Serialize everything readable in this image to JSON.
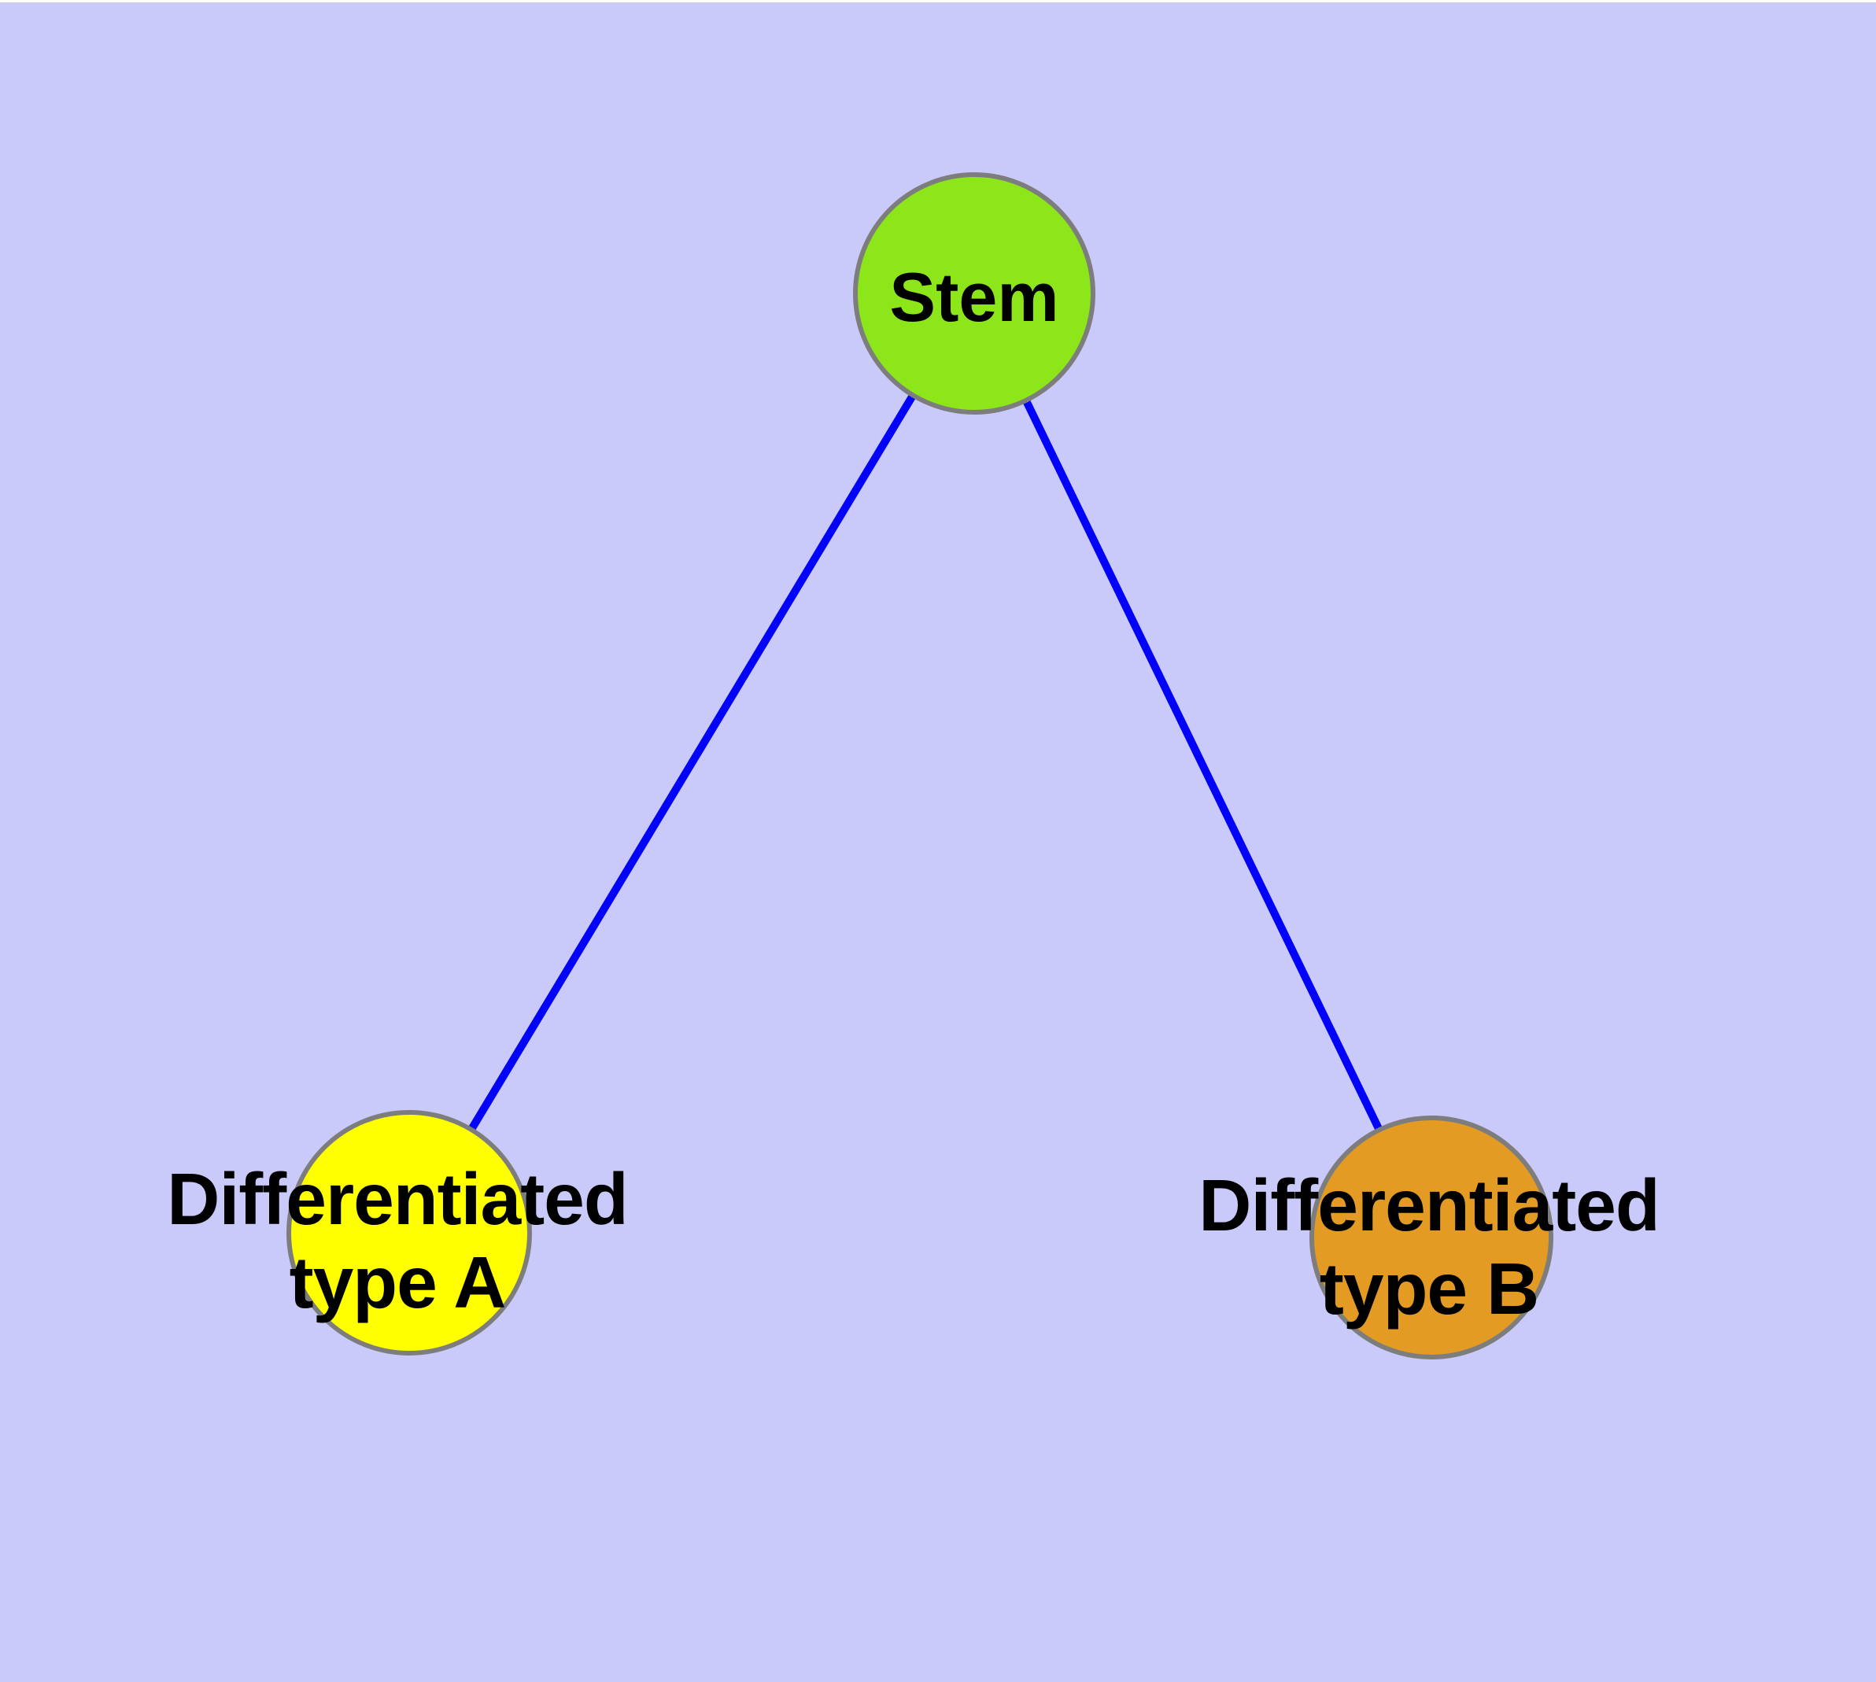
{
  "diagram": {
    "background_color": "#c9c9fa",
    "top_margin_color": "#ffffff",
    "edge_color": "#0202fa",
    "node_border_color": "#7d7d7d",
    "label_color": "#000000",
    "nodes": [
      {
        "id": "stem",
        "label": "Stem",
        "color": "#8ce619"
      },
      {
        "id": "diff-a",
        "label_line1": "Differentiated",
        "label_line2": "type A",
        "color": "#ffff00"
      },
      {
        "id": "diff-b",
        "label_line1": "Differentiated",
        "label_line2": "type B",
        "color": "#e49b23"
      }
    ],
    "edges": [
      {
        "from": "Stem",
        "to": "Differentiated type A"
      },
      {
        "from": "Stem",
        "to": "Differentiated type B"
      }
    ]
  }
}
